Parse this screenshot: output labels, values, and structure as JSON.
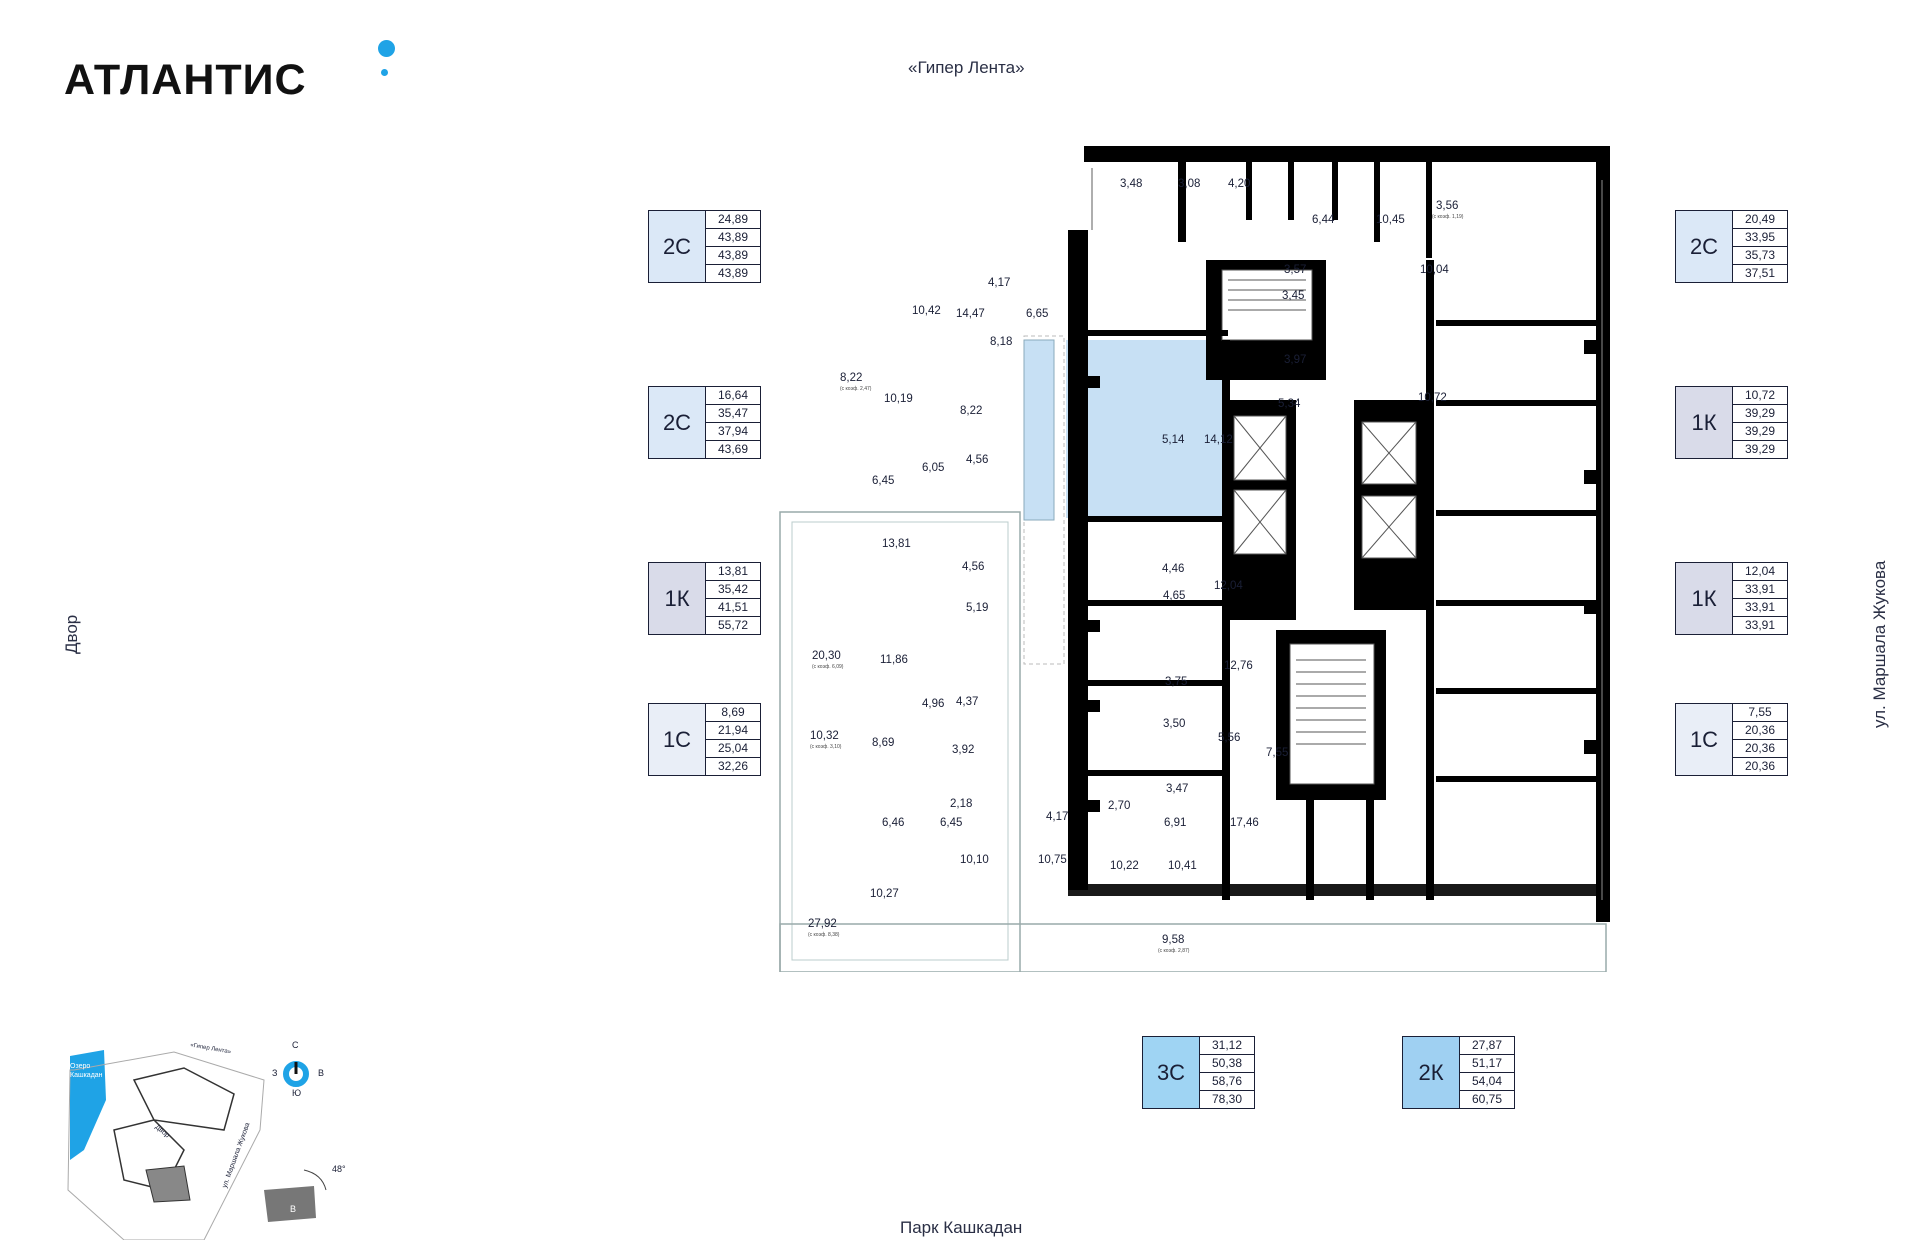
{
  "brand": {
    "name": "АТЛАНТИС",
    "dot_color": "#1fa3e6"
  },
  "streets": {
    "top": "«Гипер Лента»",
    "bottom": "Парк Кашкадан",
    "left": "Двор",
    "right": "ул. Маршала Жукова"
  },
  "colors": {
    "type_2C": "#dbe8f7",
    "type_1K": "#d9dbe9",
    "type_1C": "#e9eef7",
    "type_3C": "#9fd4f3",
    "type_2K": "#9fd0f2",
    "highlight": "#c7e0f4",
    "wall": "#000000"
  },
  "cards_left": [
    {
      "type": "2С",
      "values": [
        "24,89",
        "43,89",
        "43,89",
        "43,89"
      ]
    },
    {
      "type": "2С",
      "values": [
        "16,64",
        "35,47",
        "37,94",
        "43,69"
      ]
    },
    {
      "type": "1К",
      "values": [
        "13,81",
        "35,42",
        "41,51",
        "55,72"
      ]
    },
    {
      "type": "1С",
      "values": [
        "8,69",
        "21,94",
        "25,04",
        "32,26"
      ]
    }
  ],
  "cards_right": [
    {
      "type": "2С",
      "values": [
        "20,49",
        "33,95",
        "35,73",
        "37,51"
      ]
    },
    {
      "type": "1К",
      "values": [
        "10,72",
        "39,29",
        "39,29",
        "39,29"
      ]
    },
    {
      "type": "1К",
      "values": [
        "12,04",
        "33,91",
        "33,91",
        "33,91"
      ]
    },
    {
      "type": "1С",
      "values": [
        "7,55",
        "20,36",
        "20,36",
        "20,36"
      ]
    }
  ],
  "cards_bottom": [
    {
      "type": "3С",
      "values": [
        "31,12",
        "50,38",
        "58,76",
        "78,30"
      ]
    },
    {
      "type": "2К",
      "values": [
        "27,87",
        "51,17",
        "54,04",
        "60,75"
      ]
    }
  ],
  "rooms": [
    "14,47",
    "6,65",
    "3,48",
    "3,08",
    "4,20",
    "6,44",
    "10,45",
    "3,56",
    "10,42",
    "4,17",
    "8,18",
    "3,57",
    "10,04",
    "3,45",
    "8,22",
    "10,19",
    "8,22",
    "3,97",
    "5,34",
    "10,72",
    "6,45",
    "6,05",
    "4,56",
    "5,14",
    "14,12",
    "13,81",
    "4,56",
    "4,46",
    "12,04",
    "5,19",
    "4,65",
    "20,30",
    "11,86",
    "12,76",
    "4,96",
    "4,37",
    "3,75",
    "10,32",
    "8,69",
    "3,92",
    "3,50",
    "5,56",
    "7,55",
    "2,18",
    "3,47",
    "6,46",
    "6,45",
    "4,17",
    "2,70",
    "6,91",
    "17,46",
    "10,10",
    "10,75",
    "10,22",
    "10,41",
    "10,27",
    "27,92",
    "9,58"
  ],
  "room_notes": [
    "(с коэф. 1,19)",
    "(с коэф. 2,47)",
    "(с коэф. 6,09)",
    "(с коэф. 3,10)",
    "(с коэф. 8,38)",
    "(с коэф. 2,87)"
  ],
  "minimap": {
    "lake": "Озеро Кашкадан",
    "gl": "«Гипер Лента»",
    "yard": "Двор",
    "street": "ул. Маршала Жукова",
    "compass": {
      "n": "С",
      "s": "Ю",
      "w": "З",
      "e": "В"
    },
    "angle": "48°",
    "section": "В"
  }
}
